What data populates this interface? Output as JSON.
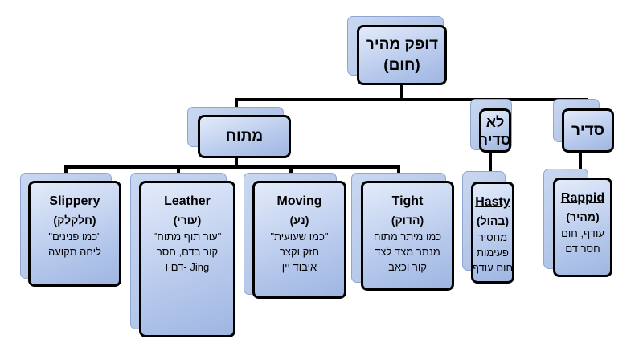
{
  "root": {
    "line1": "דופק מהיר",
    "line2": "(חום)"
  },
  "nodes": {
    "irregular": {
      "line1": "לא",
      "line2": "סדיר"
    },
    "regular": {
      "label": "סדיר"
    },
    "tense": {
      "label": "מתוח"
    }
  },
  "leaves": {
    "slippery": {
      "en": "Slippery",
      "he": "(חלקלק)",
      "lines": [
        "\"כמו פנינים\"",
        "ליחה תקועה"
      ]
    },
    "leather": {
      "en": "Leather",
      "he": "(עורי)",
      "lines": [
        "\"עור תוף מתוח\"",
        "קור בדם, חסר",
        "דם ו- Jing"
      ]
    },
    "moving": {
      "en": "Moving",
      "he": "(נע)",
      "lines": [
        "\"כמו שעועית\"",
        "חזק וקצר",
        "איבוד יין"
      ]
    },
    "tight": {
      "en": "Tight",
      "he": "(הדוק)",
      "lines": [
        "כמו מיתר מתוח",
        "מנתר מצד לצד",
        "קור וכאב"
      ]
    },
    "hasty": {
      "en": "Hasty",
      "he": "(בהול)",
      "lines": [
        "מחסיר",
        "פעימות",
        "חום עודף"
      ]
    },
    "rappid": {
      "en": "Rappid",
      "he": "(מהיר)",
      "lines": [
        "עודף, חום",
        "חסר דם"
      ]
    }
  }
}
